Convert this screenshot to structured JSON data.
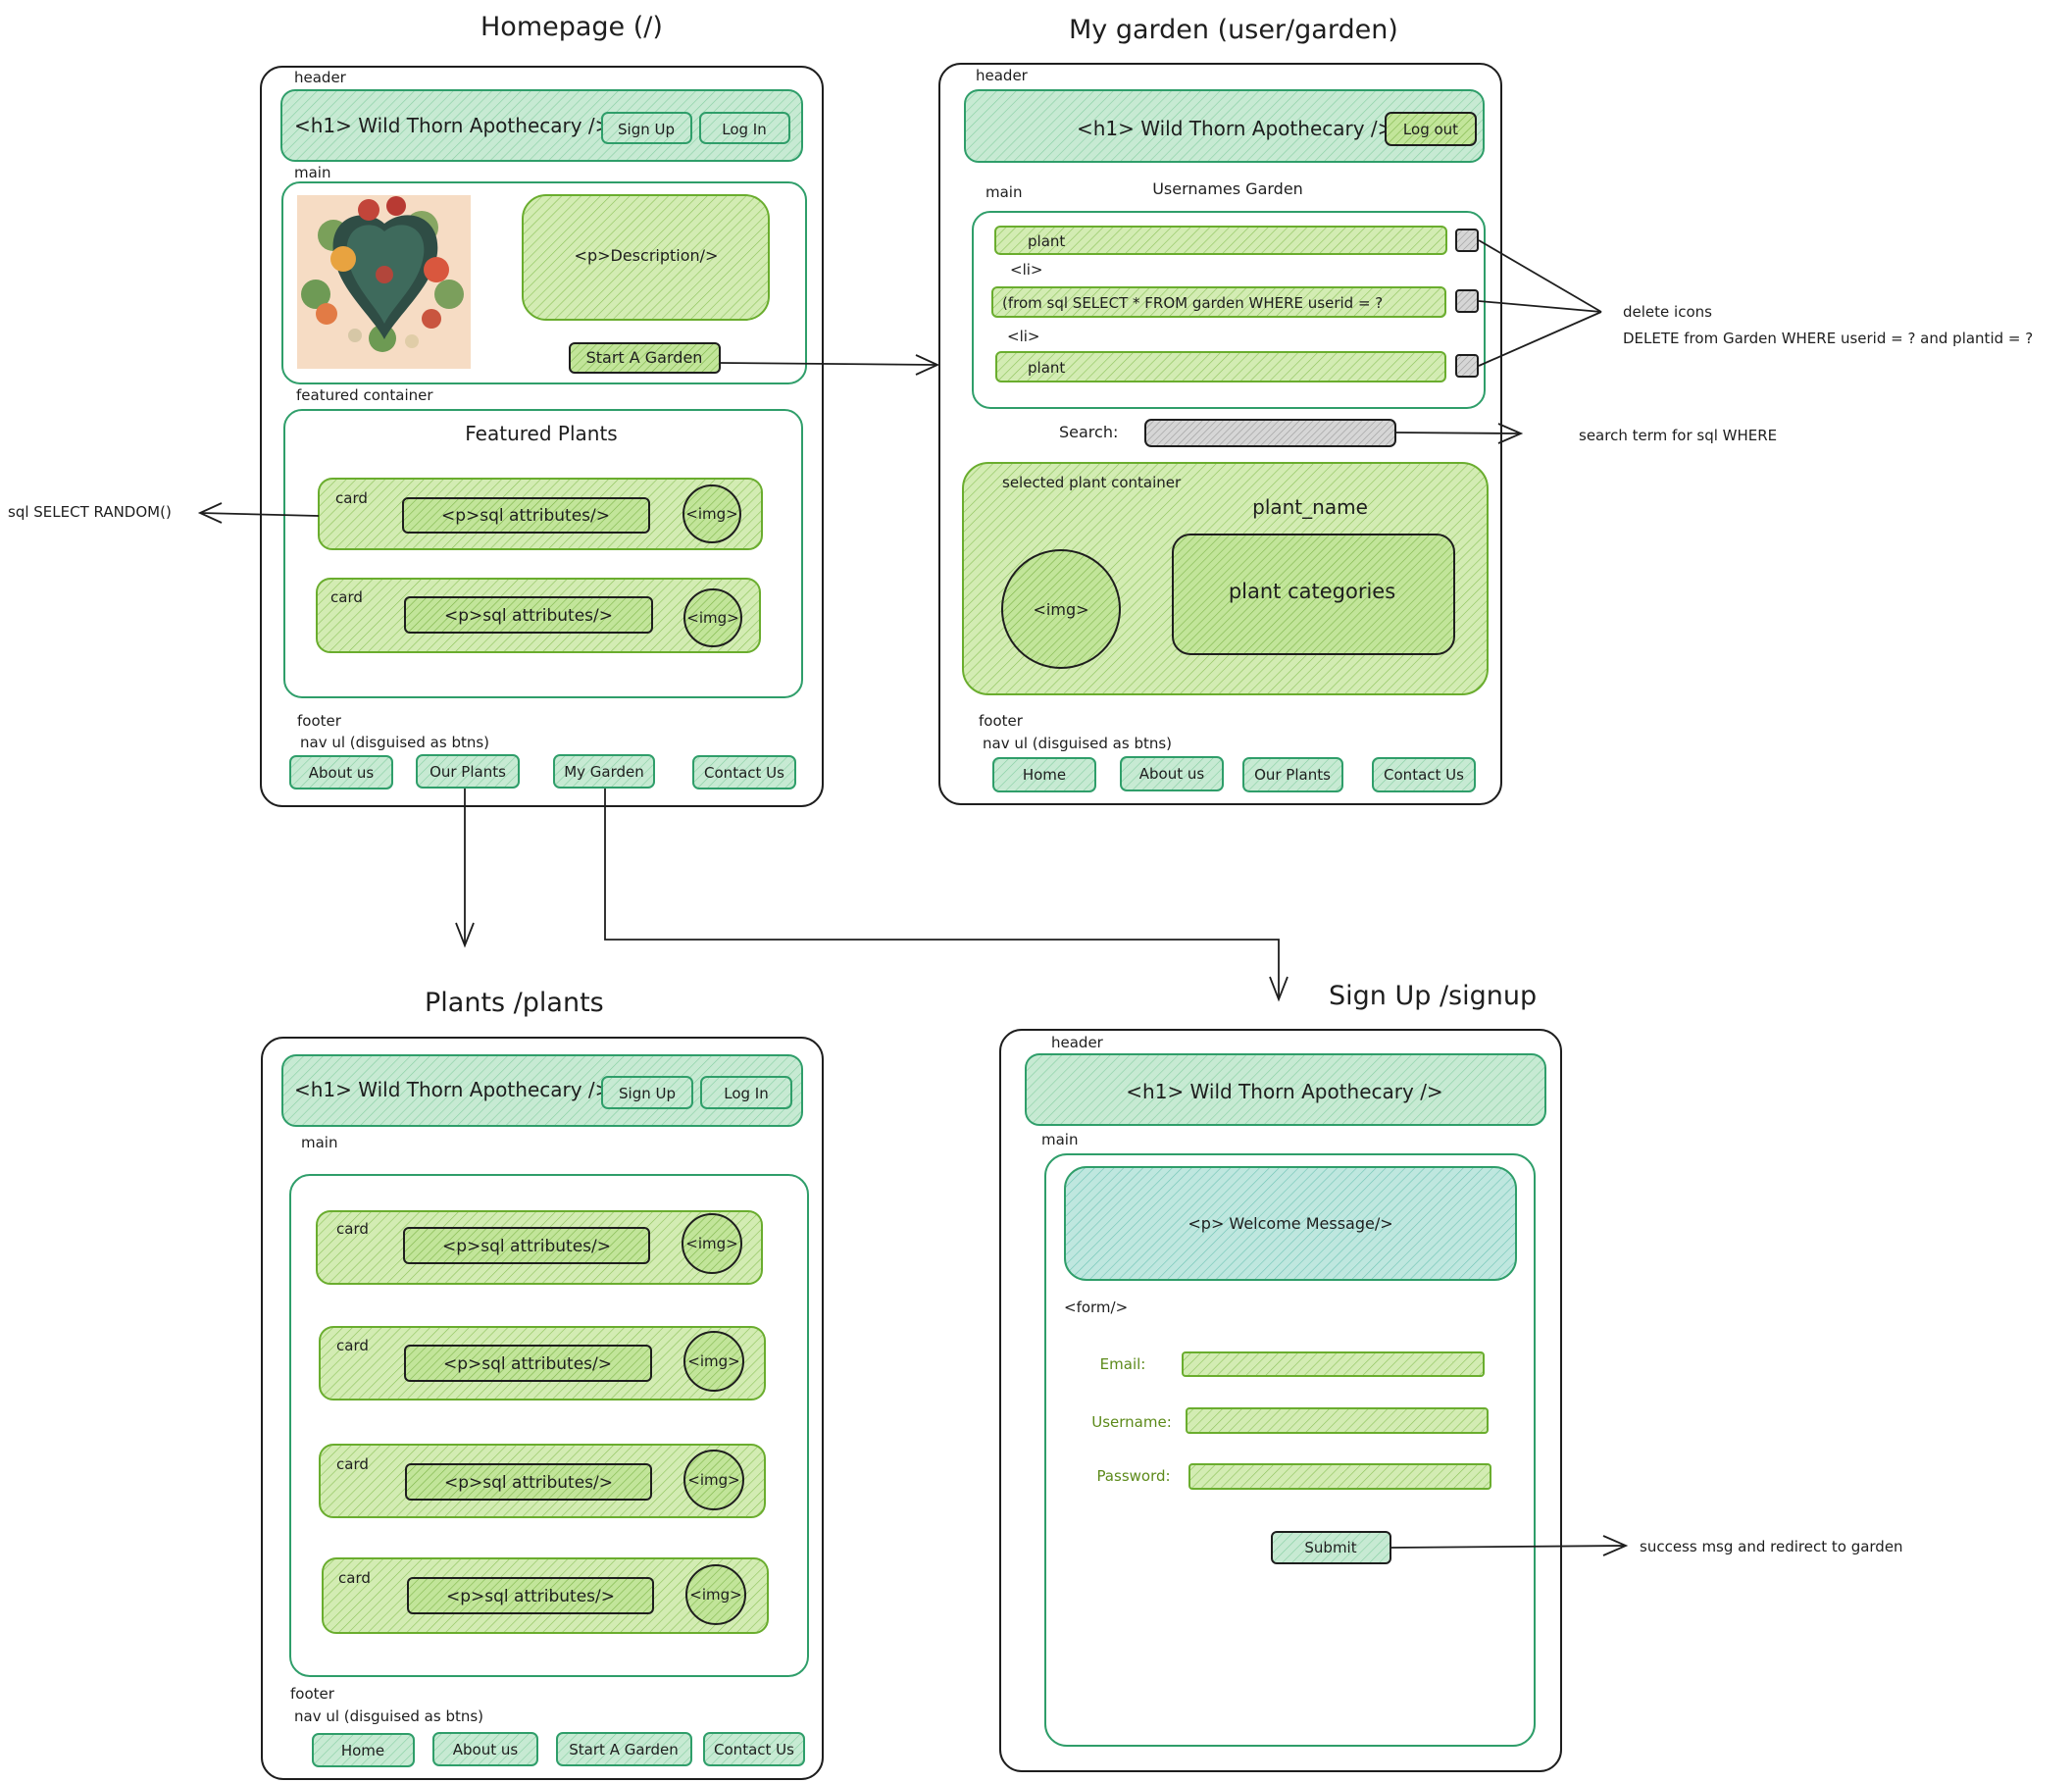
{
  "colors": {
    "frame": "#1e1e1e",
    "header_fill": "#c7ead3",
    "header_stroke": "#2f9e6a",
    "card_fill": "#d3ecb3",
    "card_stroke": "#6aad2e",
    "inner_fill": "#c2e59a",
    "teal_fill": "#bfe7df",
    "gray_fill": "#c9c9c9",
    "form_label": "#5c8a1a"
  },
  "homepage": {
    "title": "Homepage (/)",
    "header_label": "header",
    "h1": "<h1> Wild Thorn Apothecary />",
    "signup_btn": "Sign Up",
    "login_btn": "Log In",
    "main_label": "main",
    "description": "<p>Description/>",
    "start_btn": "Start A Garden",
    "featured_label": "featured container",
    "featured_title": "Featured Plants",
    "card_label": "card",
    "attr_text": "<p>sql attributes/>",
    "img_text": "<img>",
    "footer_label": "footer",
    "nav_label": "nav ul (disguised as btns)",
    "nav": [
      "About us",
      "Our Plants",
      "My Garden",
      "Contact Us"
    ]
  },
  "garden": {
    "title": "My garden (user/garden)",
    "header_label": "header",
    "h1": "<h1> Wild Thorn Apothecary />",
    "logout_btn": "Log out",
    "main_label": "main",
    "section_title": "Usernames Garden",
    "items": [
      "plant",
      "(from sql SELECT * FROM garden WHERE userid = ?",
      "plant"
    ],
    "li_label": "<li>",
    "search_label": "Search:",
    "selected_label": "selected plant container",
    "plant_name": "plant_name",
    "img_text": "<img>",
    "categories": "plant categories",
    "footer_label": "footer",
    "nav_label": "nav ul (disguised as btns)",
    "nav": [
      "Home",
      "About us",
      "Our Plants",
      "Contact Us"
    ]
  },
  "plants": {
    "title": "Plants /plants",
    "h1": "<h1> Wild Thorn Apothecary />",
    "signup_btn": "Sign Up",
    "login_btn": "Log In",
    "main_label": "main",
    "card_label": "card",
    "attr_text": "<p>sql attributes/>",
    "img_text": "<img>",
    "footer_label": "footer",
    "nav_label": "nav ul (disguised as btns)",
    "nav": [
      "Home",
      "About us",
      "Start A Garden",
      "Contact Us"
    ]
  },
  "signup": {
    "title": "Sign Up /signup",
    "header_label": "header",
    "h1": "<h1> Wild Thorn Apothecary />",
    "main_label": "main",
    "welcome": "<p> Welcome Message/>",
    "form_label": "<form/>",
    "email_label": "Email:",
    "username_label": "Username:",
    "password_label": "Password:",
    "submit_btn": "Submit"
  },
  "annotations": {
    "random": "sql SELECT RANDOM()",
    "delete_title": "delete icons",
    "delete_sql": "DELETE from Garden WHERE userid = ? and plantid = ?",
    "search": "search term for sql WHERE",
    "success": "success msg and redirect to garden"
  }
}
